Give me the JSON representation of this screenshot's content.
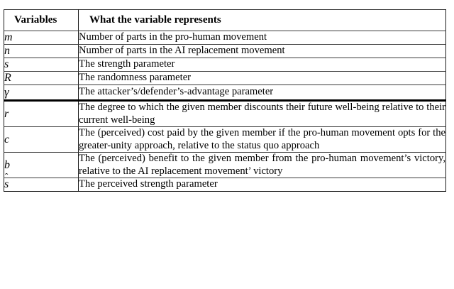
{
  "document": {
    "clipped_text_above": "",
    "table": {
      "columns": [
        "Variables",
        "What the variable represents"
      ],
      "rows": [
        {
          "variable": "m",
          "kind": "plain",
          "description": "Number of parts in the pro-human movement"
        },
        {
          "variable": "n",
          "kind": "plain",
          "description": "Number of parts in the AI replacement movement"
        },
        {
          "variable": "s",
          "kind": "plain",
          "description": "The strength parameter"
        },
        {
          "variable": "R",
          "kind": "plain",
          "description": "The randomness parameter"
        },
        {
          "variable": "γ",
          "kind": "greek",
          "description": "The attacker’s/defender’s-advantage parameter"
        },
        {
          "variable": "r",
          "kind": "plain",
          "description": "The degree to which the given member discounts their future well-being relative to their current well-being"
        },
        {
          "variable": "c",
          "kind": "plain",
          "description": "The (perceived) cost paid by the given member if the pro-human movement opts for the greater-unity approach, relative to the status quo approach"
        },
        {
          "variable": "b",
          "kind": "plain",
          "description": "The (perceived) benefit to the given member from the pro-human movement’s victory, relative to the AI replacement movement’ victory"
        },
        {
          "variable": "s",
          "kind": "hat",
          "accent": "ˆ",
          "description": "The perceived strength parameter"
        }
      ]
    }
  }
}
